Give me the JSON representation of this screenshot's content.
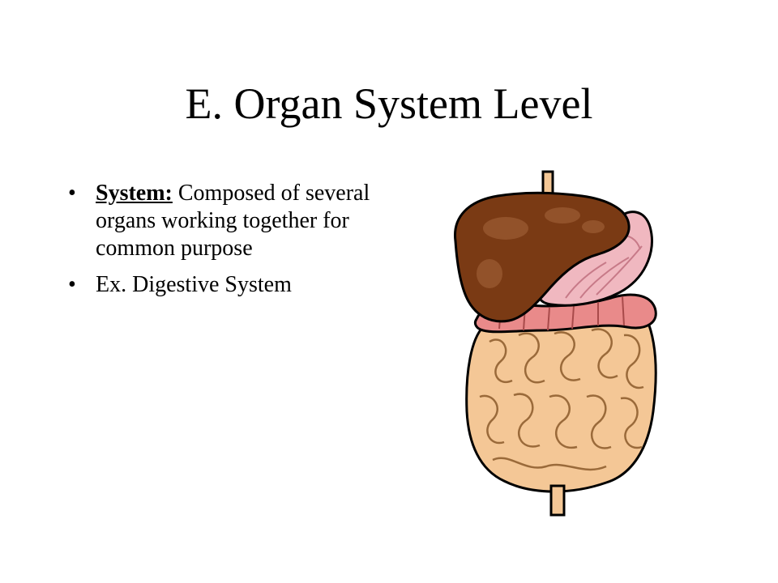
{
  "slide": {
    "title": "E. Organ System Level",
    "bullets": [
      {
        "bullet_glyph": "•",
        "term": "System:",
        "text": " Composed of several organs working together for common purpose"
      },
      {
        "bullet_glyph": "•",
        "text": "Ex. Digestive System"
      }
    ],
    "illustration": {
      "icon": "digestive-system-icon",
      "colors": {
        "liver": "#7a3a14",
        "stomach": "#f0b8c0",
        "large_intestine": "#e98a8a",
        "small_intestine": "#f4c796",
        "outline": "#000000"
      }
    }
  }
}
